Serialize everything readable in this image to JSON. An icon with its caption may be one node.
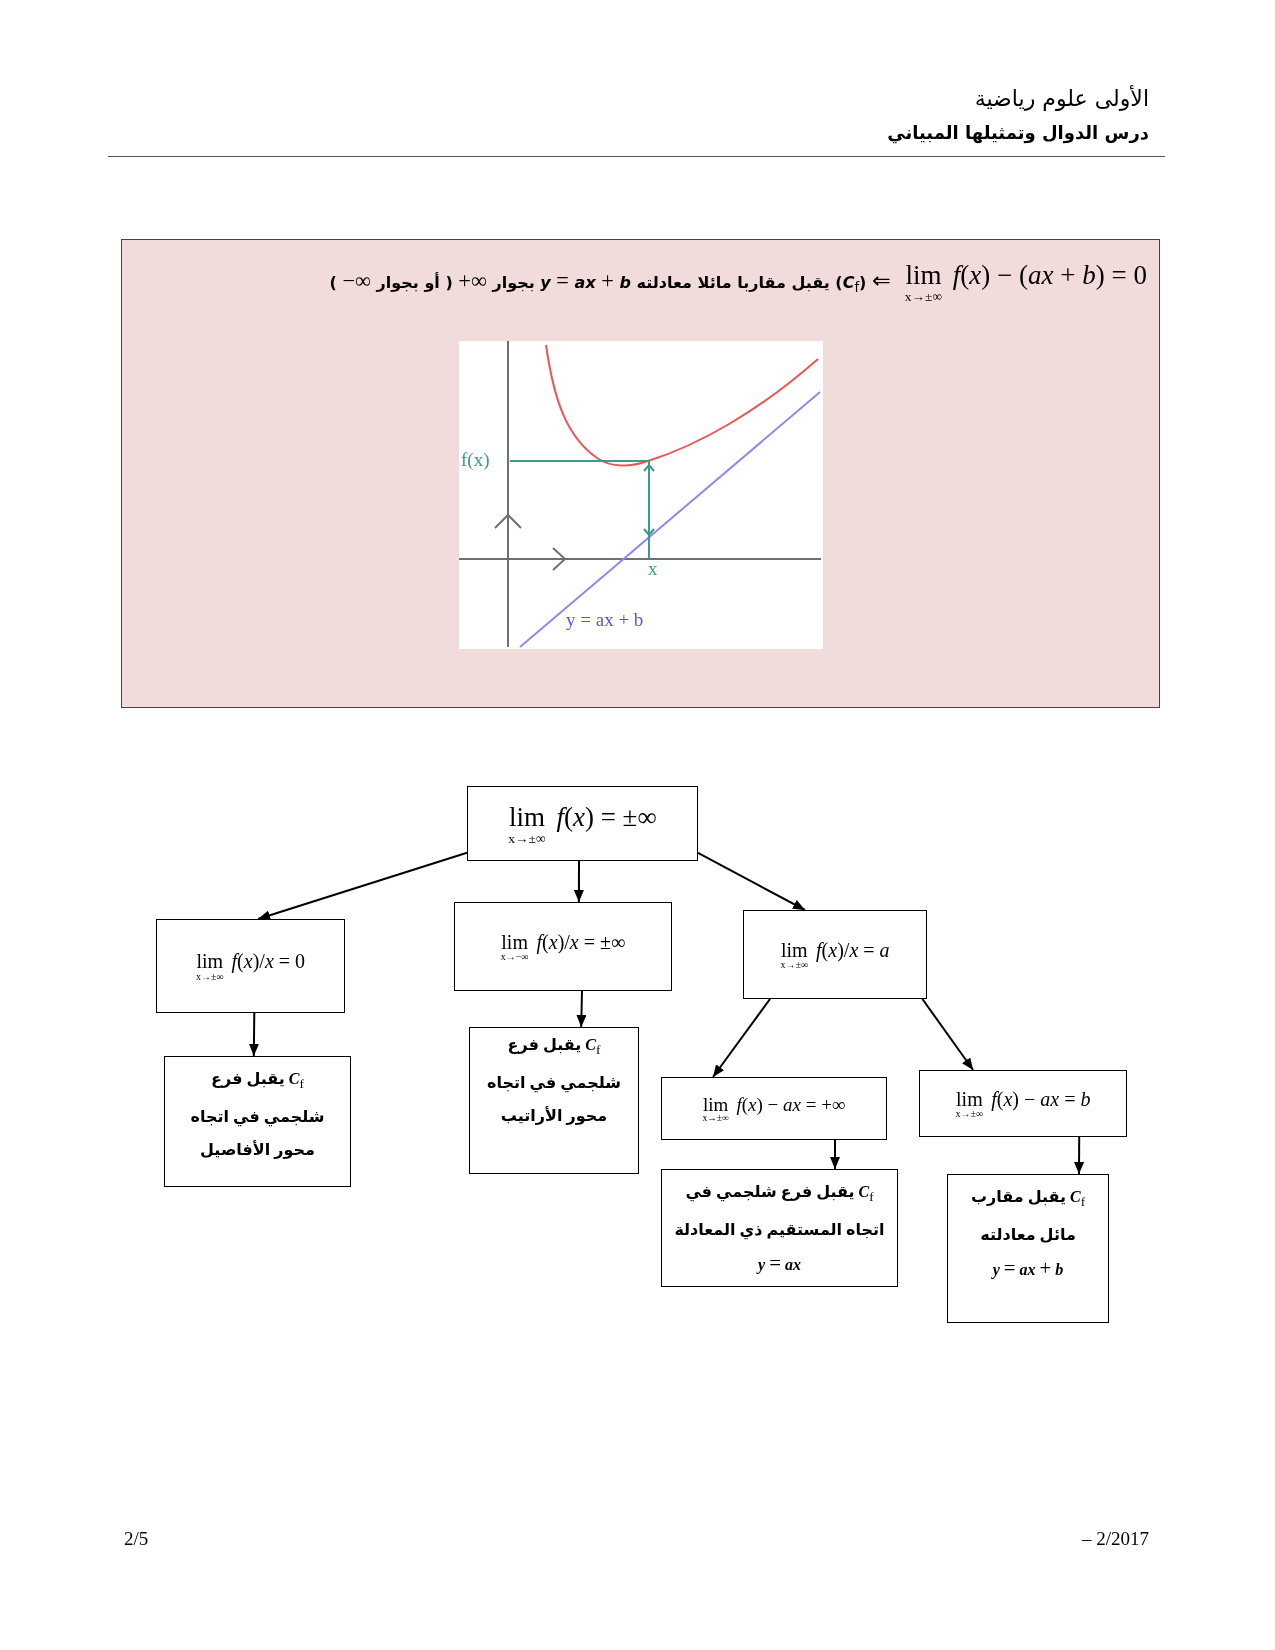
{
  "diagram": {
    "title": "درس الدوال وتمثيلها المبياني",
    "nodes": [
      {
        "text": [
          "lim$_{x→±∞}$ *f*(*x*) − (*ax* + *b*) = 0",
          "⇐ (*C*$_{f}$) يقبل مقاربا مائلا معادلته *y* = *ax* + *b* بجوار +∞ ( أو بجوار −∞ )"
        ]
      },
      {
        "text": [
          "lim$_{x→±∞}$ *f*(*x*) = ±∞"
        ]
      },
      {
        "text": [
          "lim$_{x→±∞}$ *f*(*x*)/*x* = 0"
        ]
      },
      {
        "text": [
          "lim$_{x→−∞}$ *f*(*x*)/*x* = ±∞"
        ]
      },
      {
        "text": [
          "lim$_{x→±∞}$ *f*(*x*)/*x* = *a*"
        ]
      },
      {
        "text": [
          "*C*$_{f}$ يقبل فرع شلجمي في اتجاه محور الأفاصيل"
        ]
      },
      {
        "text": [
          "*C*$_{f}$ يقبل فرع شلجمي في اتجاه محور الأراتيب"
        ]
      },
      {
        "text": [
          "lim$_{x→±∞}$ *f*(*x*) − *ax* = +∞"
        ]
      },
      {
        "text": [
          "lim$_{x→±∞}$ *f*(*x*) − *ax* = *b*"
        ]
      },
      {
        "text": [
          "*C*$_{f}$ يقبل فرع شلجمي في اتجاه المستقيم ذي المعادلة *y* = *ax*"
        ]
      },
      {
        "text": [
          "*C*$_{f}$ يقبل مقارب مائل معادلته *y* = *ax* + *b*"
        ]
      }
    ],
    "edges": [
      {
        "from": 1,
        "to": 2,
        "arrow": "to"
      },
      {
        "from": 1,
        "to": 3,
        "arrow": "to"
      },
      {
        "from": 1,
        "to": 4,
        "arrow": "to"
      },
      {
        "from": 2,
        "to": 5,
        "arrow": "to"
      },
      {
        "from": 3,
        "to": 6,
        "arrow": "to"
      },
      {
        "from": 4,
        "to": 7,
        "arrow": "to"
      },
      {
        "from": 4,
        "to": 8,
        "arrow": "to"
      },
      {
        "from": 7,
        "to": 9,
        "arrow": "to"
      },
      {
        "from": 8,
        "to": 10,
        "arrow": "to"
      }
    ],
    "labels": [
      "الأولى علوم رياضية",
      "f(x)",
      "x",
      "y = ax + b",
      "2/5",
      "– 2/2017"
    ]
  }
}
